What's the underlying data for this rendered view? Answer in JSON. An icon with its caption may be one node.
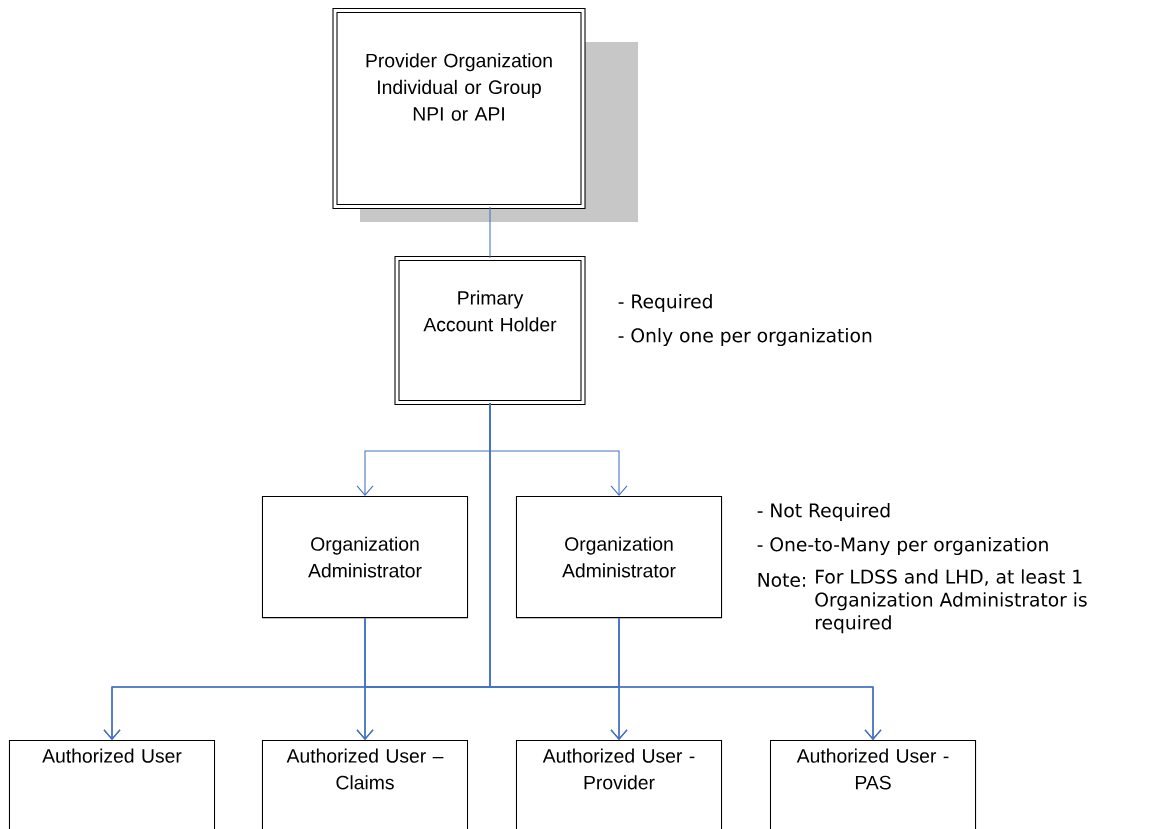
{
  "diagram": {
    "nodes": [
      {
        "text": [
          "Provider Organization",
          "Individual or Group",
          "NPI or API"
        ]
      },
      {
        "text": [
          "Primary Account Holder"
        ],
        "beside": [
          "- Required",
          "- Only one per organization"
        ]
      },
      {
        "text": [
          "Organization Administrator"
        ]
      },
      {
        "text": [
          "Organization Administrator"
        ]
      },
      {
        "text": [
          "Authorized User"
        ]
      },
      {
        "text": [
          "Authorized User – Claims"
        ]
      },
      {
        "text": [
          "Authorized User - Provider"
        ]
      },
      {
        "text": [
          "Authorized User - PAS"
        ]
      }
    ],
    "edges": [
      {
        "from": 0,
        "to": 1,
        "arrow": "none"
      },
      {
        "from": 1,
        "to": 2,
        "arrow": "to"
      },
      {
        "from": 1,
        "to": 3,
        "arrow": "to"
      },
      {
        "from": 1,
        "to": 4,
        "arrow": "to"
      },
      {
        "from": 1,
        "to": 5,
        "arrow": "to"
      },
      {
        "from": 1,
        "to": 6,
        "arrow": "to"
      },
      {
        "from": 1,
        "to": 7,
        "arrow": "to"
      },
      {
        "from": 2,
        "to": 4,
        "arrow": "to"
      },
      {
        "from": 2,
        "to": 5,
        "arrow": "to"
      },
      {
        "from": 2,
        "to": 6,
        "arrow": "to"
      },
      {
        "from": 2,
        "to": 7,
        "arrow": "to"
      },
      {
        "from": 3,
        "to": 4,
        "arrow": "to"
      },
      {
        "from": 3,
        "to": 5,
        "arrow": "to"
      },
      {
        "from": 3,
        "to": 6,
        "arrow": "to"
      },
      {
        "from": 3,
        "to": 7,
        "arrow": "to"
      }
    ],
    "labels": [
      "- Not Required",
      "- One-to-Many per organization",
      "Note:",
      "For LDSS and LHD, at least 1 Organization Administrator is required"
    ]
  }
}
